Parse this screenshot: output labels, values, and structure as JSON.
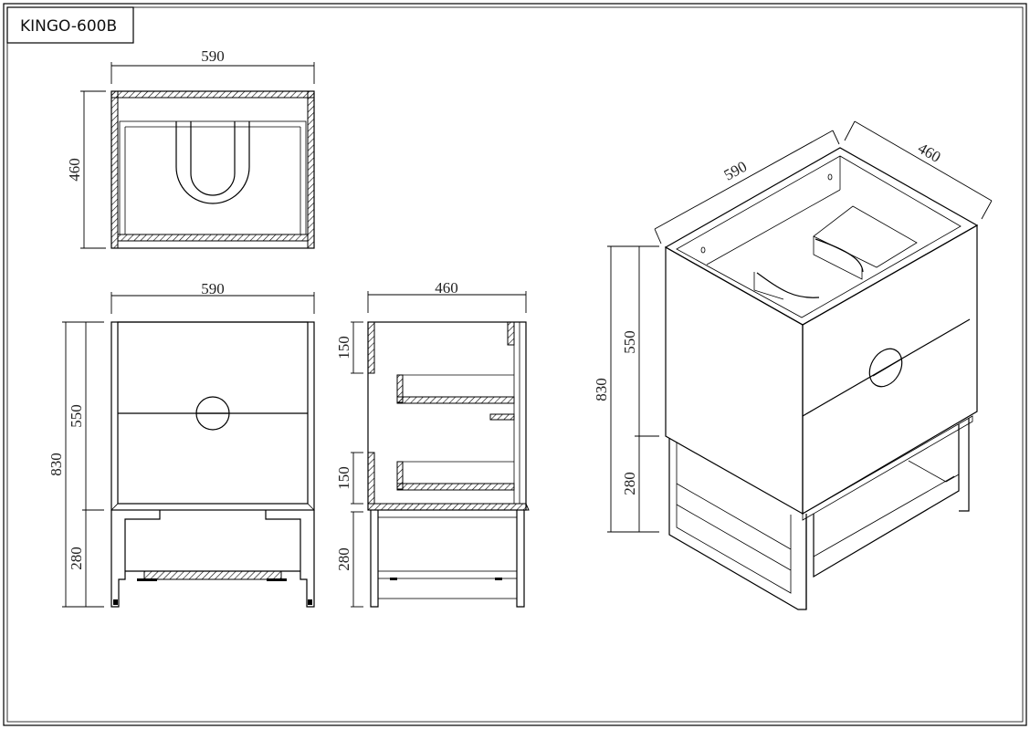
{
  "title": "KINGO-600B",
  "top_view": {
    "width_label": "590",
    "depth_label": "460"
  },
  "front_view": {
    "width_label": "590",
    "total_height_label": "830",
    "cabinet_height_label": "550",
    "leg_height_label": "280"
  },
  "side_view": {
    "depth_label": "460",
    "drawer_top_label": "150",
    "drawer_bottom_label": "150",
    "leg_height_label": "280"
  },
  "iso_view": {
    "width_label": "590",
    "depth_label": "460",
    "total_height_label": "830",
    "cabinet_height_label": "550",
    "leg_height_label": "280"
  }
}
